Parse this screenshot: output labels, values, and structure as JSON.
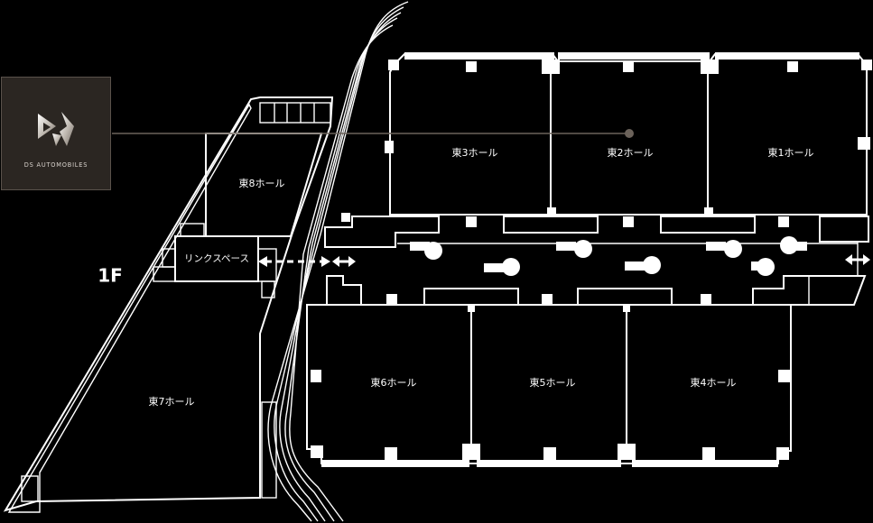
{
  "floor_label": "1F",
  "halls": {
    "east1": "東1ホール",
    "east2": "東2ホール",
    "east3": "東3ホール",
    "east4": "東4ホール",
    "east5": "東5ホール",
    "east6": "東6ホール",
    "east7": "東7ホール",
    "east8": "東8ホール"
  },
  "link_space": "リンクスペース",
  "brand": {
    "name": "DS AUTOMOBILES",
    "box_color": "#2b2622",
    "marker_color": "#6b625a"
  },
  "icons": [
    "ds-logo-icon",
    "double-arrow-icon",
    "location-marker-icon"
  ]
}
